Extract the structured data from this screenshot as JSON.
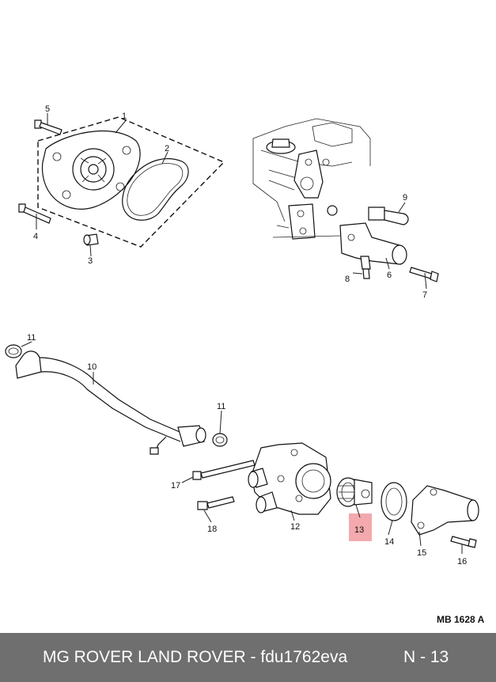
{
  "diagram": {
    "callouts": [
      {
        "id": "c1",
        "label": "1"
      },
      {
        "id": "c2",
        "label": "2"
      },
      {
        "id": "c3",
        "label": "3"
      },
      {
        "id": "c4",
        "label": "4"
      },
      {
        "id": "c5",
        "label": "5"
      },
      {
        "id": "c6",
        "label": "6"
      },
      {
        "id": "c7",
        "label": "7"
      },
      {
        "id": "c8",
        "label": "8"
      },
      {
        "id": "c9",
        "label": "9"
      },
      {
        "id": "c10",
        "label": "10"
      },
      {
        "id": "c11a",
        "label": "11"
      },
      {
        "id": "c11b",
        "label": "11"
      },
      {
        "id": "c12",
        "label": "12"
      },
      {
        "id": "c13",
        "label": "13"
      },
      {
        "id": "c14",
        "label": "14"
      },
      {
        "id": "c15",
        "label": "15"
      },
      {
        "id": "c16",
        "label": "16"
      },
      {
        "id": "c17",
        "label": "17"
      },
      {
        "id": "c18",
        "label": "18"
      }
    ],
    "highlighted_part": "13",
    "highlight_color": "#f2a0a4",
    "reference_code": "MB 1628 A"
  },
  "footer": {
    "title": "MG ROVER LAND ROVER - fdu1762eva",
    "page": "N - 13",
    "background": "#6f6f6f"
  }
}
